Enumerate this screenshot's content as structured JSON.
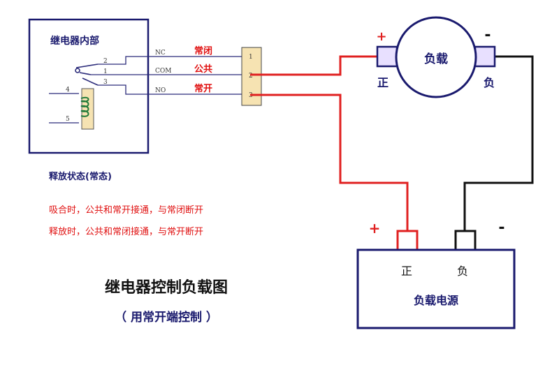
{
  "relay_box": {
    "title": "继电器内部"
  },
  "relay_pins": {
    "p2": "2",
    "p1": "1",
    "p3": "3",
    "p4": "4",
    "p5": "5"
  },
  "contacts": {
    "nc": "NC",
    "com": "COM",
    "no": "NO"
  },
  "contact_labels": {
    "nc": "常闭",
    "com": "公共",
    "no": "常开"
  },
  "terminal": {
    "t1": "1",
    "t2": "2",
    "t3": "3"
  },
  "state_caption": "释放状态(常态)",
  "notes": [
    "吸合时，公共和常开接通，与常闭断开",
    "释放时，公共和常闭接通，与常开断开"
  ],
  "load": {
    "name": "负载",
    "pos_sign": "+",
    "neg_sign": "-",
    "pos": "正",
    "neg": "负"
  },
  "power": {
    "name": "负载电源",
    "pos_sign": "+",
    "neg_sign": "-",
    "pos": "正",
    "neg": "负"
  },
  "title": "继电器控制负载图",
  "subtitle": "（ 用常开端控制 ）",
  "colors": {
    "frame": "#1a1a6e",
    "wire_thin": "#2b2b7a",
    "red_wire": "#e02020",
    "black_wire": "#111111",
    "coil": "#1f7a3a",
    "terminal_fill": "#f6e3b2",
    "connector_fill": "#e8e0ff",
    "note_red": "#e01010"
  }
}
